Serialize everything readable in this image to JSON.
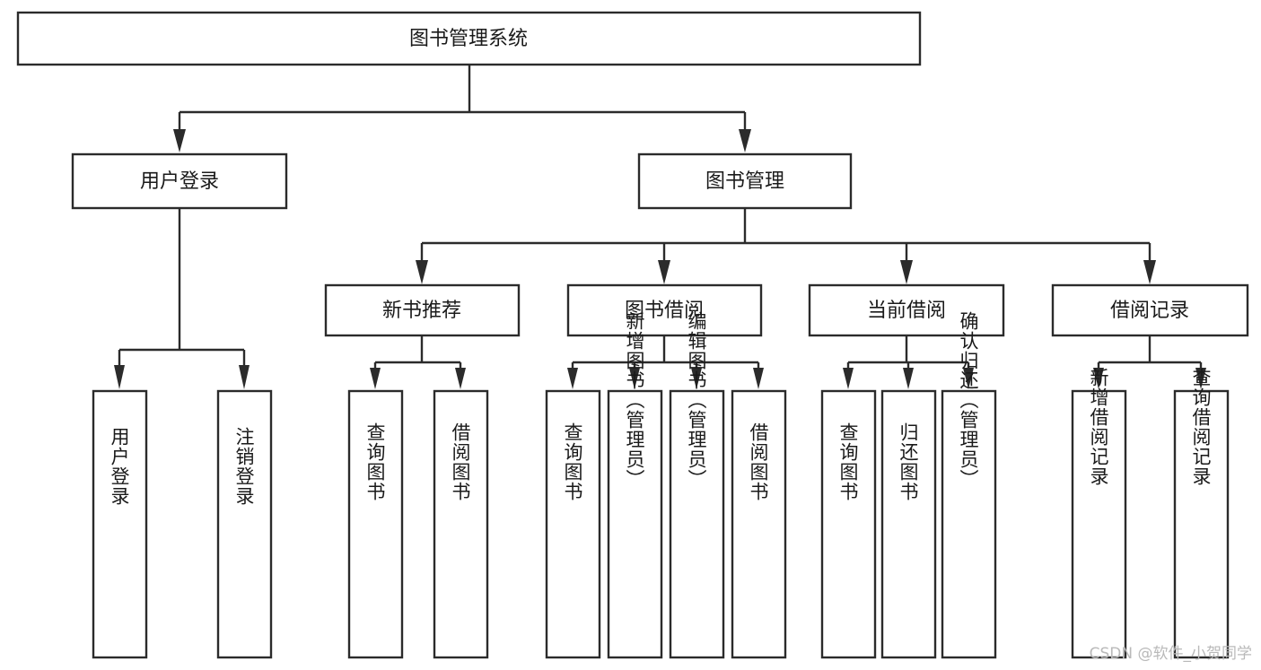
{
  "diagram": {
    "type": "tree-hierarchy-flowchart",
    "title": "图书管理系统",
    "background_color": "#ffffff",
    "line_color": "#2b2b2b",
    "text_color": "#1a1a1a",
    "levels": {
      "root": {
        "id": "root",
        "label": "图书管理系统",
        "orientation": "horizontal"
      },
      "level2": [
        {
          "id": "user-login",
          "label": "用户登录",
          "orientation": "horizontal"
        },
        {
          "id": "book-management",
          "label": "图书管理",
          "orientation": "horizontal"
        }
      ],
      "level3": [
        {
          "id": "new-book-recommend",
          "label": "新书推荐",
          "orientation": "horizontal",
          "parent": "book-management"
        },
        {
          "id": "book-borrow",
          "label": "图书借阅",
          "orientation": "horizontal",
          "parent": "book-management"
        },
        {
          "id": "current-borrow",
          "label": "当前借阅",
          "orientation": "horizontal",
          "parent": "book-management"
        },
        {
          "id": "borrow-record",
          "label": "借阅记录",
          "orientation": "horizontal",
          "parent": "book-management"
        }
      ],
      "leaves": [
        {
          "id": "leaf-user-login",
          "label": "用户登录",
          "orientation": "vertical",
          "parent": "user-login"
        },
        {
          "id": "leaf-logout",
          "label": "注销登录",
          "orientation": "vertical",
          "parent": "user-login"
        },
        {
          "id": "leaf-query-book-1",
          "label": "查询图书",
          "orientation": "vertical",
          "parent": "new-book-recommend"
        },
        {
          "id": "leaf-borrow-book-1",
          "label": "借阅图书",
          "orientation": "vertical",
          "parent": "new-book-recommend"
        },
        {
          "id": "leaf-query-book-2",
          "label": "查询图书",
          "orientation": "vertical",
          "parent": "book-borrow"
        },
        {
          "id": "leaf-add-book",
          "label": "新增图书（管理员）",
          "orientation": "vertical",
          "parent": "book-borrow"
        },
        {
          "id": "leaf-edit-book",
          "label": "编辑图书（管理员）",
          "orientation": "vertical",
          "parent": "book-borrow"
        },
        {
          "id": "leaf-borrow-book-2",
          "label": "借阅图书",
          "orientation": "vertical",
          "parent": "book-borrow"
        },
        {
          "id": "leaf-query-book-3",
          "label": "查询图书",
          "orientation": "vertical",
          "parent": "current-borrow"
        },
        {
          "id": "leaf-return-book",
          "label": "归还图书",
          "orientation": "vertical",
          "parent": "current-borrow"
        },
        {
          "id": "leaf-confirm-return",
          "label": "确认归还（管理员）",
          "orientation": "vertical",
          "parent": "current-borrow"
        },
        {
          "id": "leaf-add-record",
          "label": "新增借阅记录",
          "orientation": "vertical",
          "parent": "borrow-record"
        },
        {
          "id": "leaf-query-record",
          "label": "查询借阅记录",
          "orientation": "vertical",
          "parent": "borrow-record"
        }
      ]
    }
  },
  "watermark": {
    "text": "CSDN @软件_小贺同学"
  }
}
